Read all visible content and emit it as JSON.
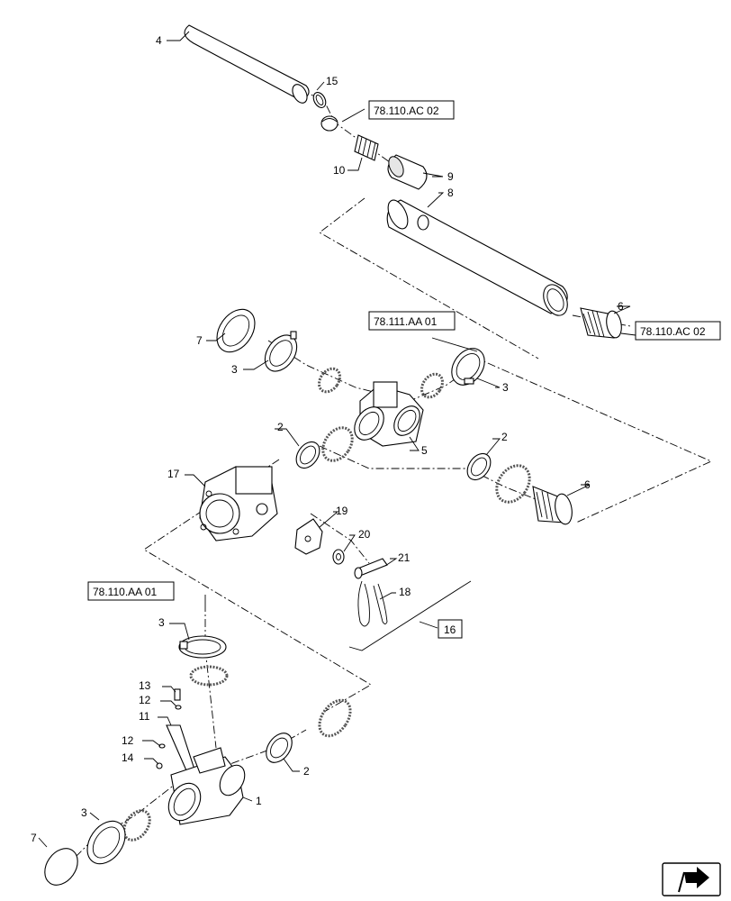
{
  "callouts": {
    "c1": "1",
    "c2a": "2",
    "c2b": "2",
    "c2c": "2",
    "c3a": "3",
    "c3b": "3",
    "c3c": "3",
    "c3d": "3",
    "c4": "4",
    "c5": "5",
    "c6a": "6",
    "c6b": "6",
    "c7a": "7",
    "c7b": "7",
    "c8": "8",
    "c9": "9",
    "c10": "10",
    "c11": "11",
    "c12a": "12",
    "c12b": "12",
    "c13": "13",
    "c14": "14",
    "c15": "15",
    "c16": "16",
    "c17": "17",
    "c18": "18",
    "c19": "19",
    "c20": "20",
    "c21": "21"
  },
  "references": {
    "ref_top": "78.110.AC 02",
    "ref_mid": "78.111.AA 01",
    "ref_right": "78.110.AC 02",
    "ref_left": "78.110.AA 01"
  },
  "icons": {
    "nav": "arrow-return-icon"
  }
}
